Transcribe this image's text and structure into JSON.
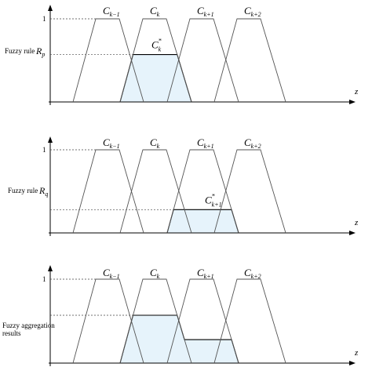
{
  "panels": [
    {
      "side_label": [
        "Fuzzy rule"
      ],
      "rule_symbol": "R",
      "rule_subscript": "p",
      "one_label": "1",
      "axis_label": "z",
      "sets": [
        {
          "base": "C",
          "sub": "k−1"
        },
        {
          "base": "C",
          "sub": "k"
        },
        {
          "base": "C",
          "sub": "k+1"
        },
        {
          "base": "C",
          "sub": "k+2"
        }
      ],
      "activated": {
        "base": "C",
        "sup": "*",
        "sub": "k",
        "set_index": 1,
        "level": 0.57
      }
    },
    {
      "side_label": [
        "Fuzzy rule"
      ],
      "rule_symbol": "R",
      "rule_subscript": "q",
      "one_label": "1",
      "axis_label": "z",
      "sets": [
        {
          "base": "C",
          "sub": "k−1"
        },
        {
          "base": "C",
          "sub": "k"
        },
        {
          "base": "C",
          "sub": "k+1"
        },
        {
          "base": "C",
          "sub": "k+2"
        }
      ],
      "activated": {
        "base": "C",
        "sup": "*",
        "sub": "k+1",
        "set_index": 2,
        "level": 0.28
      }
    },
    {
      "side_label": [
        "Fuzzy aggregation",
        "results"
      ],
      "rule_symbol": "",
      "rule_subscript": "",
      "one_label": "1",
      "axis_label": "z",
      "sets": [
        {
          "base": "C",
          "sub": "k−1"
        },
        {
          "base": "C",
          "sub": "k"
        },
        {
          "base": "C",
          "sub": "k+1"
        },
        {
          "base": "C",
          "sub": "k+2"
        }
      ],
      "aggregated": {
        "set_indices": [
          1,
          2
        ],
        "levels": [
          0.57,
          0.28
        ]
      }
    }
  ]
}
